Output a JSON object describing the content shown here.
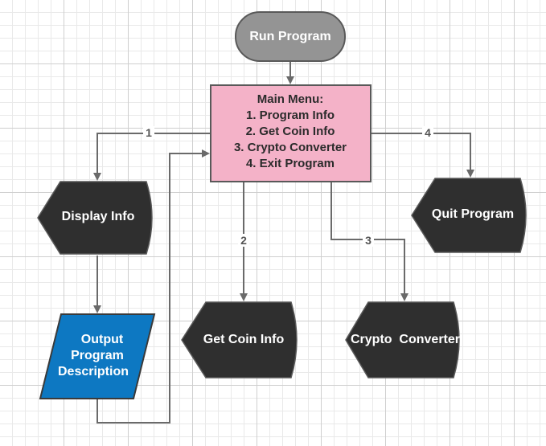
{
  "colors": {
    "start_fill": "#949494",
    "menu_fill": "#f4b2c8",
    "dark_fill": "#2f2f2f",
    "io_fill": "#0d78c2",
    "edge": "#6a6a6a"
  },
  "nodes": {
    "run_program": "Run Program",
    "main_menu": [
      "Main Menu:",
      "1. Program Info",
      "2. Get Coin Info",
      "3. Crypto Converter",
      "4. Exit Program"
    ],
    "display_info": "Display Info",
    "quit_program": "Quit Program",
    "output_description": [
      "Output",
      "Program",
      "Description"
    ],
    "get_coin_info": "Get Coin Info",
    "crypto_converter": "Crypto  Converter"
  },
  "edges": {
    "opt1": "1",
    "opt2": "2",
    "opt3": "3",
    "opt4": "4"
  }
}
